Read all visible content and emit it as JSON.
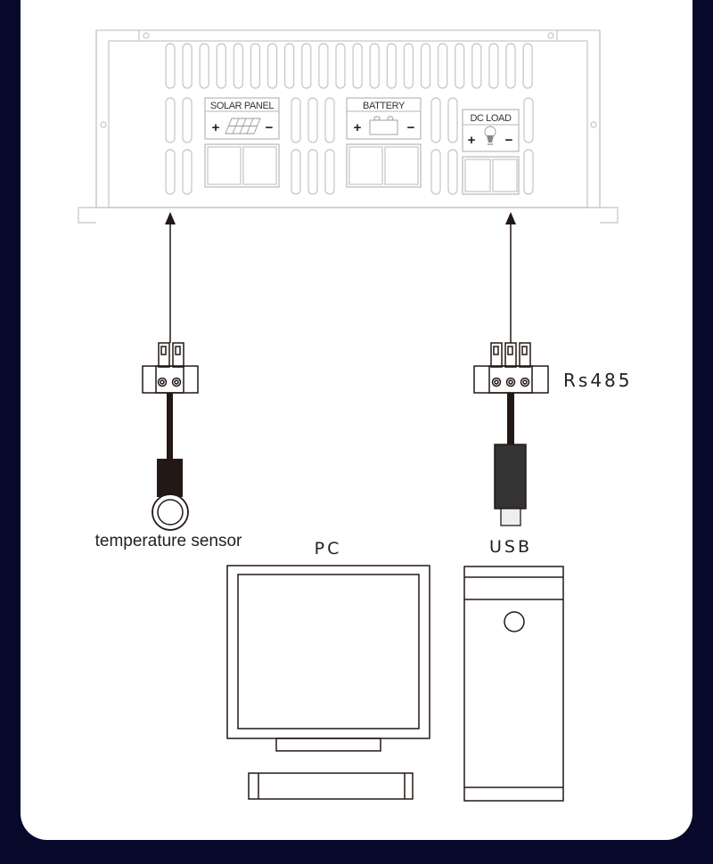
{
  "colors": {
    "background": "#08082a",
    "card": "#ffffff",
    "line_dark": "#231815",
    "line_light": "#c4c4c4",
    "cable": "#231815",
    "usb_body": "#333333"
  },
  "controller": {
    "terminals": [
      {
        "id": "solar-panel",
        "label": "SOLAR PANEL",
        "plus": "+",
        "minus": "−",
        "icon": "solar-panel-icon"
      },
      {
        "id": "battery",
        "label": "BATTERY",
        "plus": "+",
        "minus": "−",
        "icon": "battery-icon"
      },
      {
        "id": "dc-load",
        "label": "DC LOAD",
        "plus": "+",
        "minus": "−",
        "icon": "light-bulb-icon"
      }
    ]
  },
  "connections": {
    "temperature": {
      "label": "temperature sensor",
      "pins": 2
    },
    "rs485": {
      "label": "Rs485",
      "pins": 3,
      "cable_end_label": "USB"
    }
  },
  "computer": {
    "monitor_label": "PC",
    "tower_label": "USB"
  }
}
